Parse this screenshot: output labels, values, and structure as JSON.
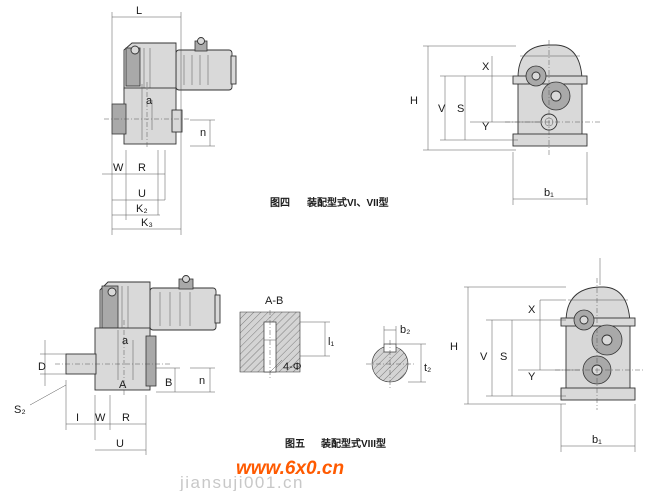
{
  "fig4": {
    "caption_no": "图四",
    "caption_text": "装配型式VI、VII型",
    "side": {
      "L": "L",
      "a": "a",
      "n": "n",
      "W": "W",
      "R": "R",
      "U": "U",
      "K2": "K₂",
      "K3": "K₃"
    },
    "front": {
      "H": "H",
      "V": "V",
      "S": "S",
      "X": "X",
      "Y": "Y",
      "b1": "b₁"
    }
  },
  "fig5": {
    "caption_no": "图五",
    "caption_text": "装配型式VIII型",
    "side": {
      "D": "D",
      "a": "a",
      "A": "A",
      "B": "B",
      "n": "n",
      "S2": "S₂",
      "I": "I",
      "W": "W",
      "R": "R",
      "U": "U"
    },
    "section": {
      "title": "A-B",
      "l1": "l₁",
      "hole": "4-Φ"
    },
    "shaft": {
      "b2": "b₂",
      "t2": "t₂"
    },
    "front": {
      "H": "H",
      "V": "V",
      "S": "S",
      "X": "X",
      "Y": "Y",
      "b1": "b₁"
    }
  },
  "watermark": {
    "brand": "www.6x0.cn",
    "sub": "jiansuji001.cn"
  }
}
